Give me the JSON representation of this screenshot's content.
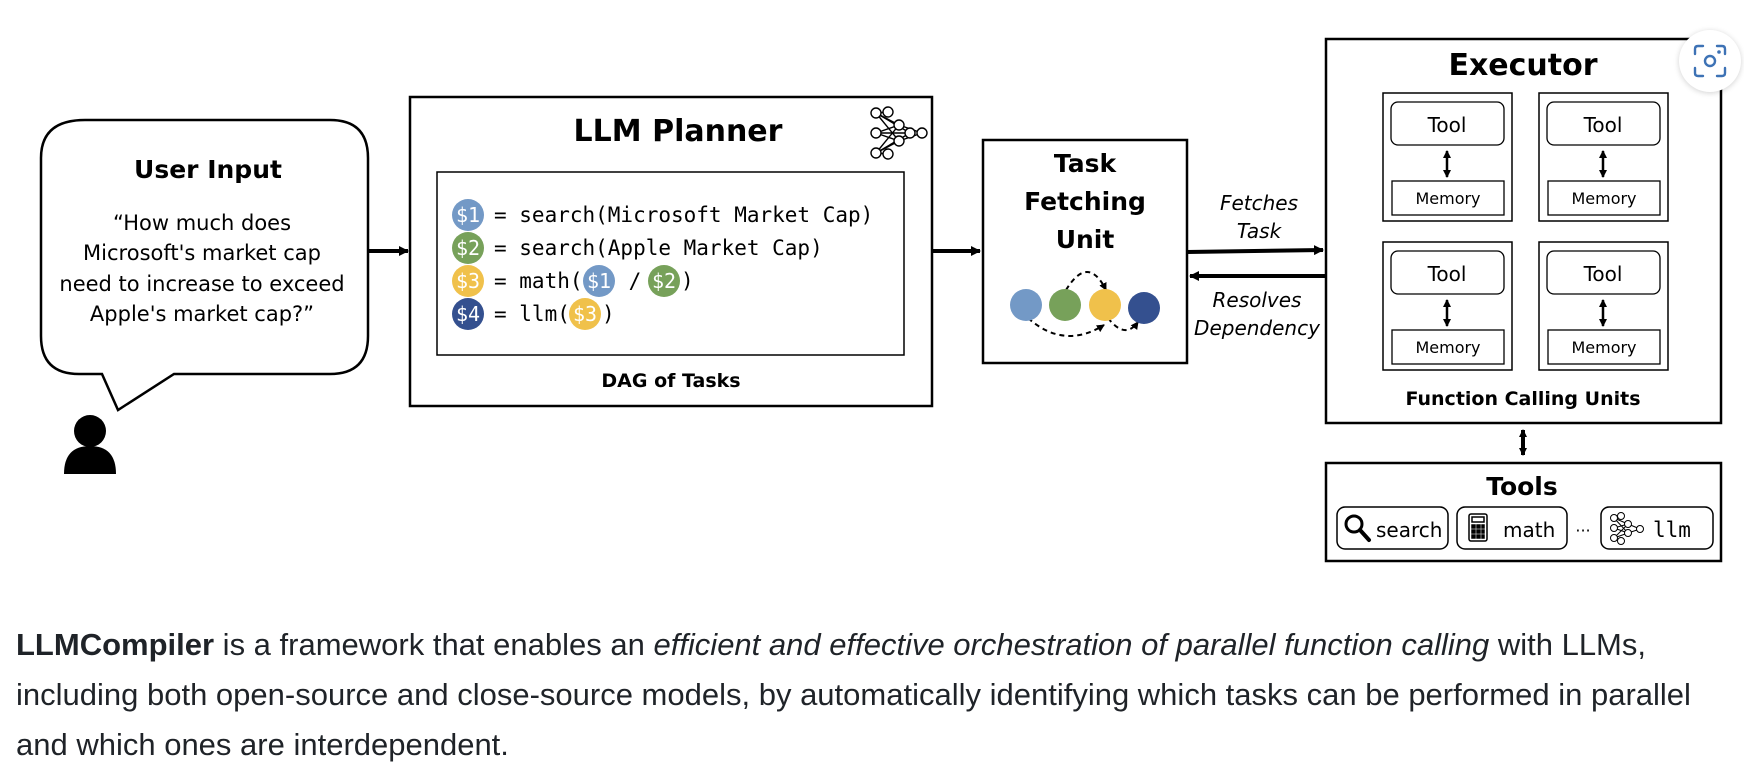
{
  "user_input": {
    "title": "User Input",
    "quote_lines": [
      "“How much does",
      "Microsoft's market cap",
      "need to increase to exceed",
      "Apple's market cap?”"
    ]
  },
  "planner": {
    "title": "LLM Planner",
    "dag_label": "DAG of Tasks",
    "tasks": [
      {
        "var": "$1",
        "color": "#7399c6",
        "text": "= search(Microsoft Market Cap)"
      },
      {
        "var": "$2",
        "color": "#77a15a",
        "text": "= search(Apple Market Cap)"
      },
      {
        "var": "$3",
        "color": "#f0c14b",
        "text_a": "= math(",
        "ref1": "$1",
        "mid": " / ",
        "ref2": "$2",
        "end": ")"
      },
      {
        "var": "$4",
        "color": "#34508f",
        "text_a": "= llm(",
        "ref1": "$3",
        "end": ")"
      }
    ]
  },
  "fetching": {
    "title_lines": [
      "Task",
      "Fetching",
      "Unit"
    ],
    "dot_colors": [
      "#7399c6",
      "#77a15a",
      "#f0c14b",
      "#34508f"
    ]
  },
  "arrows": {
    "fetches": [
      "Fetches",
      "Task"
    ],
    "resolves": [
      "Resolves",
      "Dependency"
    ]
  },
  "executor": {
    "title": "Executor",
    "units_label": "Function Calling Units",
    "tool_label": "Tool",
    "memory_label": "Memory"
  },
  "tools": {
    "title": "Tools",
    "items": [
      "search",
      "math",
      "llm"
    ],
    "ellipsis": "···"
  },
  "caption": {
    "bold": "LLMCompiler",
    "part1": " is a framework that enables an ",
    "italic": "efficient and effective orchestration of parallel function calling",
    "part2": " with LLMs, including both open-source and close-source models, by automatically identifying which tasks can be performed in parallel and which ones are interdependent."
  },
  "lens_icon": "visual-search-icon"
}
